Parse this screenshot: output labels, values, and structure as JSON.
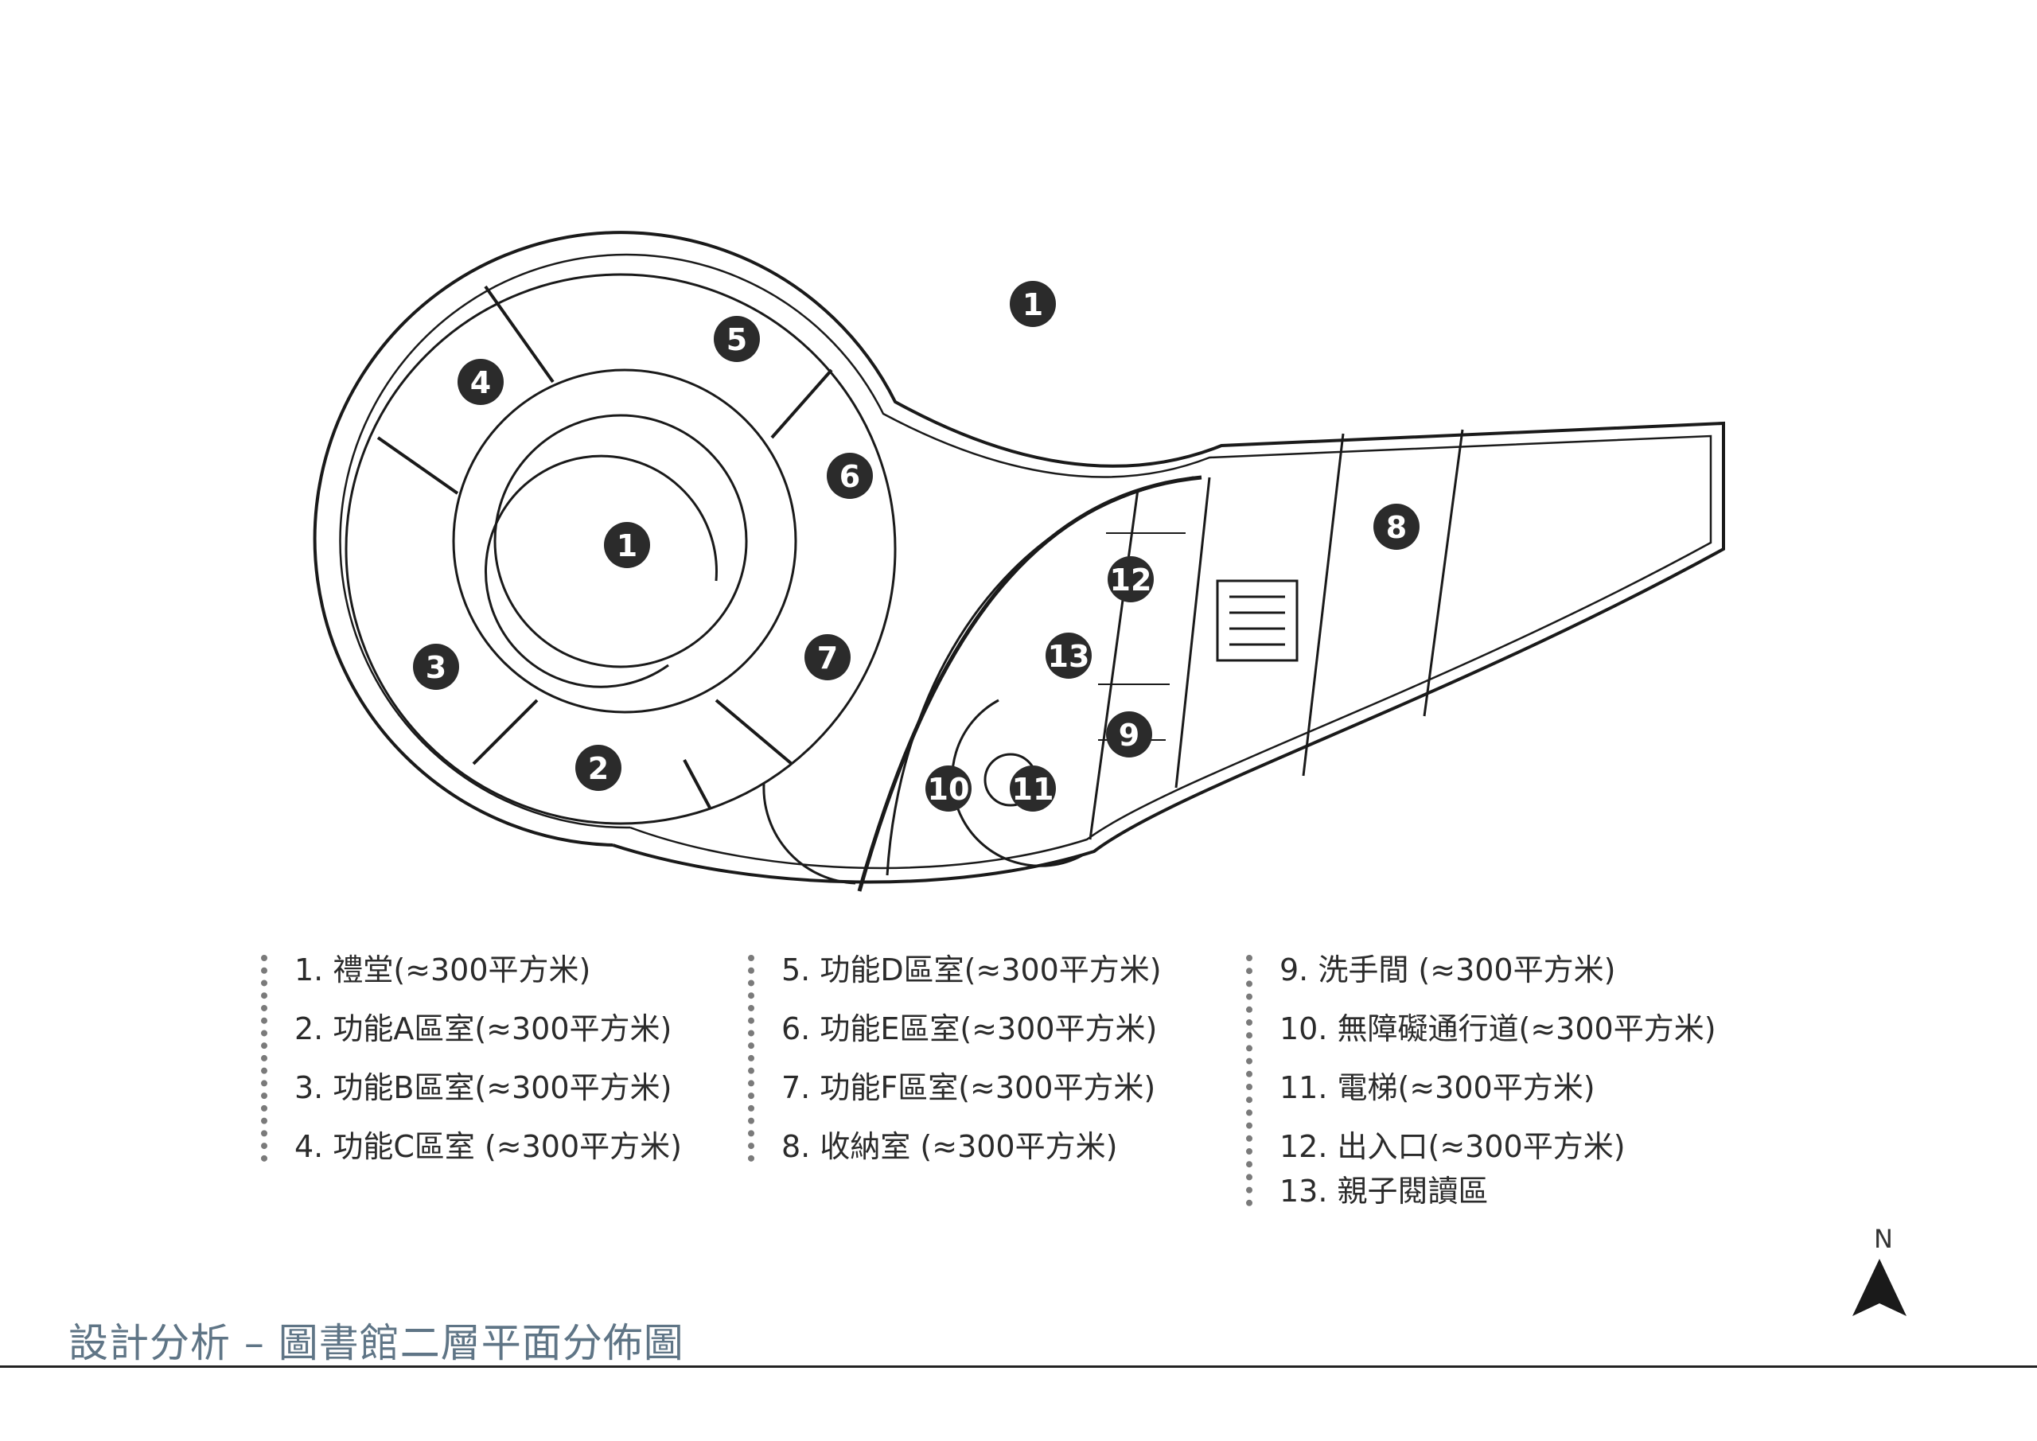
{
  "title": "設計分析 – 圖書館二層平面分佈圖",
  "north_label": "N",
  "markers": [
    "1",
    "5",
    "4",
    "6",
    "1",
    "8",
    "12",
    "13",
    "7",
    "3",
    "9",
    "2",
    "10",
    "11"
  ],
  "legend": {
    "col1": [
      "1. 禮堂(≈300平方米)",
      "2. 功能A區室(≈300平方米)",
      "3. 功能B區室(≈300平方米)",
      "4. 功能C區室 (≈300平方米)"
    ],
    "col2": [
      "5. 功能D區室(≈300平方米)",
      "6. 功能E區室(≈300平方米)",
      "7. 功能F區室(≈300平方米)",
      "8. 收納室 (≈300平方米)"
    ],
    "col3": [
      "9. 洗手間 (≈300平方米)",
      "10. 無障礙通行道(≈300平方米)",
      "11. 電梯(≈300平方米)",
      "12. 出入口(≈300平方米)",
      "13. 親子閱讀區"
    ]
  }
}
